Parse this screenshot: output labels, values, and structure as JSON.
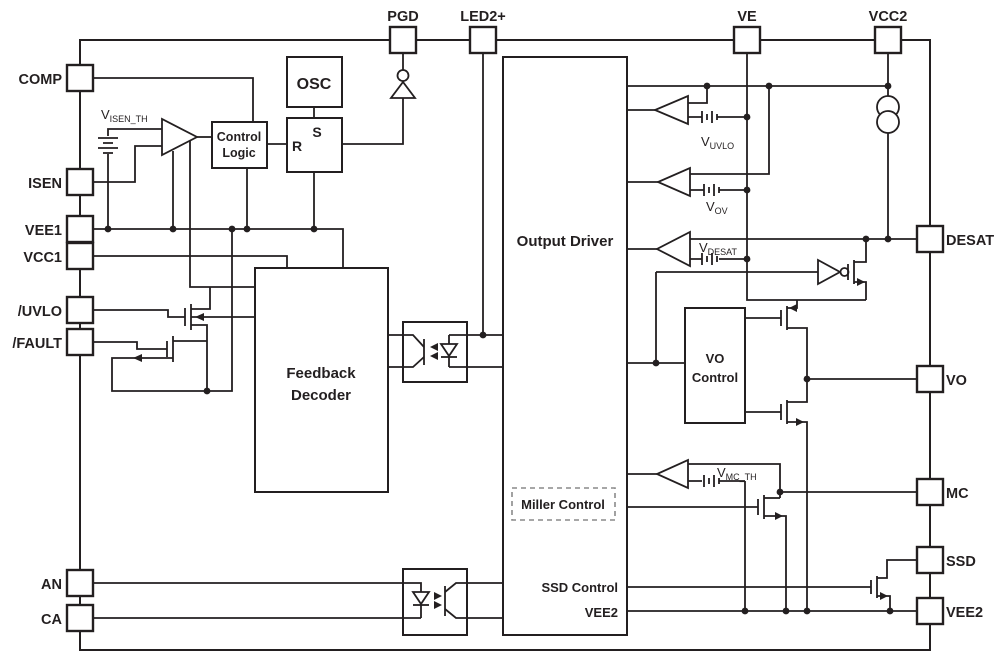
{
  "pins": {
    "left": [
      {
        "id": "comp",
        "label": "COMP"
      },
      {
        "id": "isen",
        "label": "ISEN"
      },
      {
        "id": "vee1",
        "label": "VEE1"
      },
      {
        "id": "vcc1",
        "label": "VCC1"
      },
      {
        "id": "uvlo",
        "label": "/UVLO"
      },
      {
        "id": "fault",
        "label": "/FAULT"
      },
      {
        "id": "an",
        "label": "AN"
      },
      {
        "id": "ca",
        "label": "CA"
      }
    ],
    "top": [
      {
        "id": "pgd",
        "label": "PGD"
      },
      {
        "id": "led2p",
        "label": "LED2+"
      },
      {
        "id": "ve",
        "label": "VE"
      },
      {
        "id": "vcc2",
        "label": "VCC2"
      }
    ],
    "right": [
      {
        "id": "desat",
        "label": "DESAT"
      },
      {
        "id": "vo",
        "label": "VO"
      },
      {
        "id": "mc",
        "label": "MC"
      },
      {
        "id": "ssd",
        "label": "SSD"
      },
      {
        "id": "vee2",
        "label": "VEE2"
      }
    ]
  },
  "blocks": {
    "osc": "OSC",
    "latch_s": "S",
    "latch_r": "R",
    "control_logic": [
      "Control",
      "Logic"
    ],
    "feedback_decoder": [
      "Feedback",
      "Decoder"
    ],
    "output_driver": "Output Driver",
    "vo_control": [
      "VO",
      "Control"
    ],
    "miller_control": "Miller Control",
    "ssd_control": "SSD Control",
    "vee2_internal": "VEE2"
  },
  "references": {
    "visen": {
      "main": "V",
      "sub": "ISEN_TH"
    },
    "vuvlo": {
      "main": "V",
      "sub": "UVLO"
    },
    "vov": {
      "main": "V",
      "sub": "OV"
    },
    "vdesat": {
      "main": "V",
      "sub": "DESAT"
    },
    "vmcth": {
      "main": "V",
      "sub": "MC_TH"
    }
  },
  "components": {
    "comparators": [
      "isen-comparator",
      "uvlo-comparator",
      "ov-comparator",
      "desat-comparator",
      "mc-comparator"
    ],
    "mosfets": [
      "uvlo-mosfet",
      "fault-mosfet",
      "desat-clamp-mosfet",
      "vo-high-mosfet",
      "vo-low-mosfet",
      "mc-mosfet",
      "ssd-mosfet"
    ],
    "optocouplers": [
      "feedback-optocoupler",
      "input-optocoupler"
    ],
    "other": [
      "oscillator",
      "sr-latch",
      "pgd-buffer",
      "inverter",
      "current-source",
      "battery-reference"
    ]
  },
  "colors": {
    "line": "#231f20",
    "background": "#ffffff"
  }
}
